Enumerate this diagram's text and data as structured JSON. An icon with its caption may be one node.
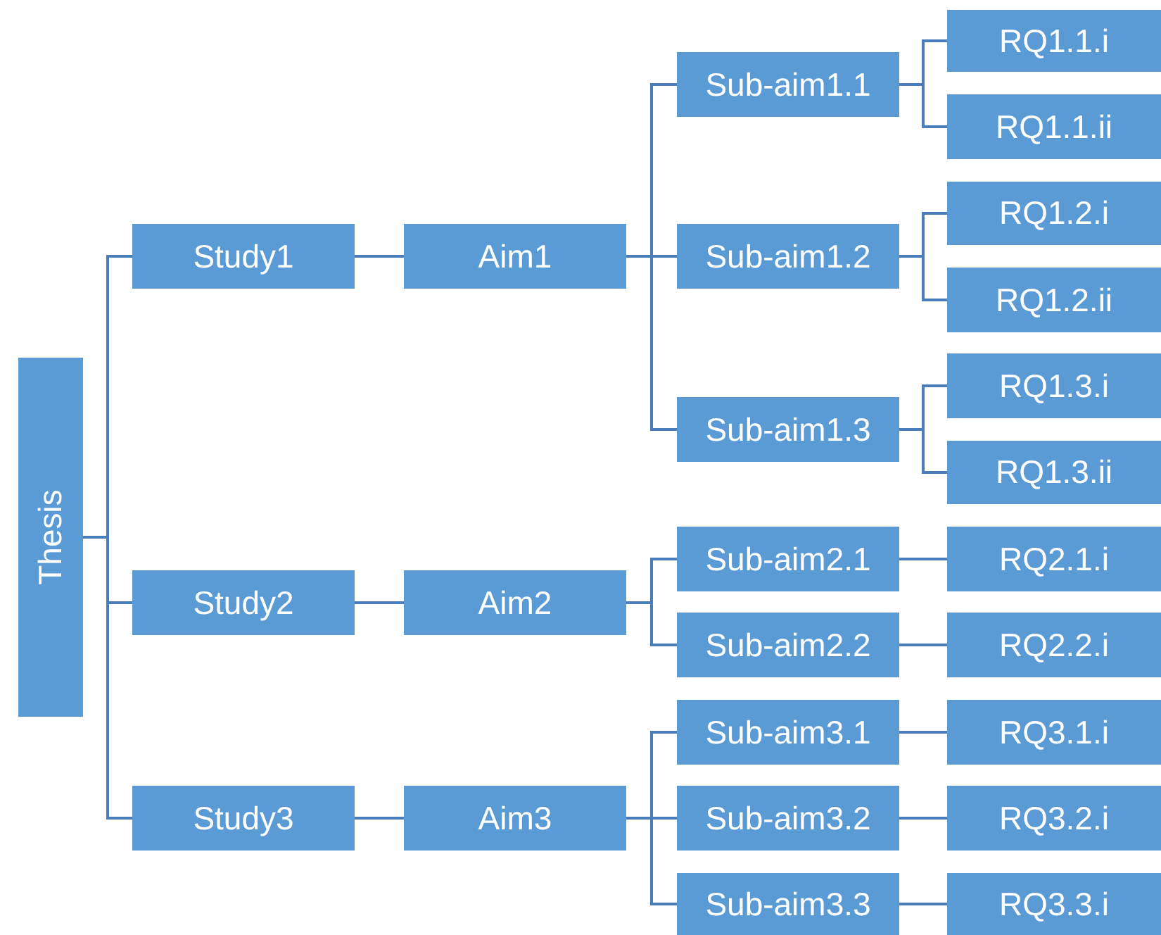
{
  "diagram": {
    "nodes": [
      {
        "text": [
          "Thesis"
        ]
      },
      {
        "text": [
          "Study1"
        ]
      },
      {
        "text": [
          "Aim1"
        ]
      },
      {
        "text": [
          "Sub-aim1.1"
        ]
      },
      {
        "text": [
          "RQ1.1.i"
        ]
      },
      {
        "text": [
          "RQ1.1.ii"
        ]
      },
      {
        "text": [
          "Sub-aim1.2"
        ]
      },
      {
        "text": [
          "RQ1.2.i"
        ]
      },
      {
        "text": [
          "RQ1.2.ii"
        ]
      },
      {
        "text": [
          "Sub-aim1.3"
        ]
      },
      {
        "text": [
          "RQ1.3.i"
        ]
      },
      {
        "text": [
          "RQ1.3.ii"
        ]
      },
      {
        "text": [
          "Study2"
        ]
      },
      {
        "text": [
          "Aim2"
        ]
      },
      {
        "text": [
          "Sub-aim2.1"
        ]
      },
      {
        "text": [
          "RQ2.1.i"
        ]
      },
      {
        "text": [
          "Sub-aim2.2"
        ]
      },
      {
        "text": [
          "RQ2.2.i"
        ]
      },
      {
        "text": [
          "Study3"
        ]
      },
      {
        "text": [
          "Aim3"
        ]
      },
      {
        "text": [
          "Sub-aim3.1"
        ]
      },
      {
        "text": [
          "RQ3.1.i"
        ]
      },
      {
        "text": [
          "Sub-aim3.2"
        ]
      },
      {
        "text": [
          "RQ3.2.i"
        ]
      },
      {
        "text": [
          "Sub-aim3.3"
        ]
      },
      {
        "text": [
          "RQ3.3.i"
        ]
      }
    ],
    "edges": [
      {
        "from": 0,
        "to": 1,
        "arrow": "none"
      },
      {
        "from": 0,
        "to": 12,
        "arrow": "none"
      },
      {
        "from": 0,
        "to": 18,
        "arrow": "none"
      },
      {
        "from": 1,
        "to": 2,
        "arrow": "none"
      },
      {
        "from": 2,
        "to": 3,
        "arrow": "none"
      },
      {
        "from": 2,
        "to": 6,
        "arrow": "none"
      },
      {
        "from": 2,
        "to": 9,
        "arrow": "none"
      },
      {
        "from": 3,
        "to": 4,
        "arrow": "none"
      },
      {
        "from": 3,
        "to": 5,
        "arrow": "none"
      },
      {
        "from": 6,
        "to": 7,
        "arrow": "none"
      },
      {
        "from": 6,
        "to": 8,
        "arrow": "none"
      },
      {
        "from": 9,
        "to": 10,
        "arrow": "none"
      },
      {
        "from": 9,
        "to": 11,
        "arrow": "none"
      },
      {
        "from": 12,
        "to": 13,
        "arrow": "none"
      },
      {
        "from": 13,
        "to": 14,
        "arrow": "none"
      },
      {
        "from": 13,
        "to": 16,
        "arrow": "none"
      },
      {
        "from": 14,
        "to": 15,
        "arrow": "none"
      },
      {
        "from": 16,
        "to": 17,
        "arrow": "none"
      },
      {
        "from": 18,
        "to": 19,
        "arrow": "none"
      },
      {
        "from": 19,
        "to": 20,
        "arrow": "none"
      },
      {
        "from": 19,
        "to": 22,
        "arrow": "none"
      },
      {
        "from": 19,
        "to": 24,
        "arrow": "none"
      },
      {
        "from": 20,
        "to": 21,
        "arrow": "none"
      },
      {
        "from": 22,
        "to": 23,
        "arrow": "none"
      },
      {
        "from": 24,
        "to": 25,
        "arrow": "none"
      }
    ]
  }
}
